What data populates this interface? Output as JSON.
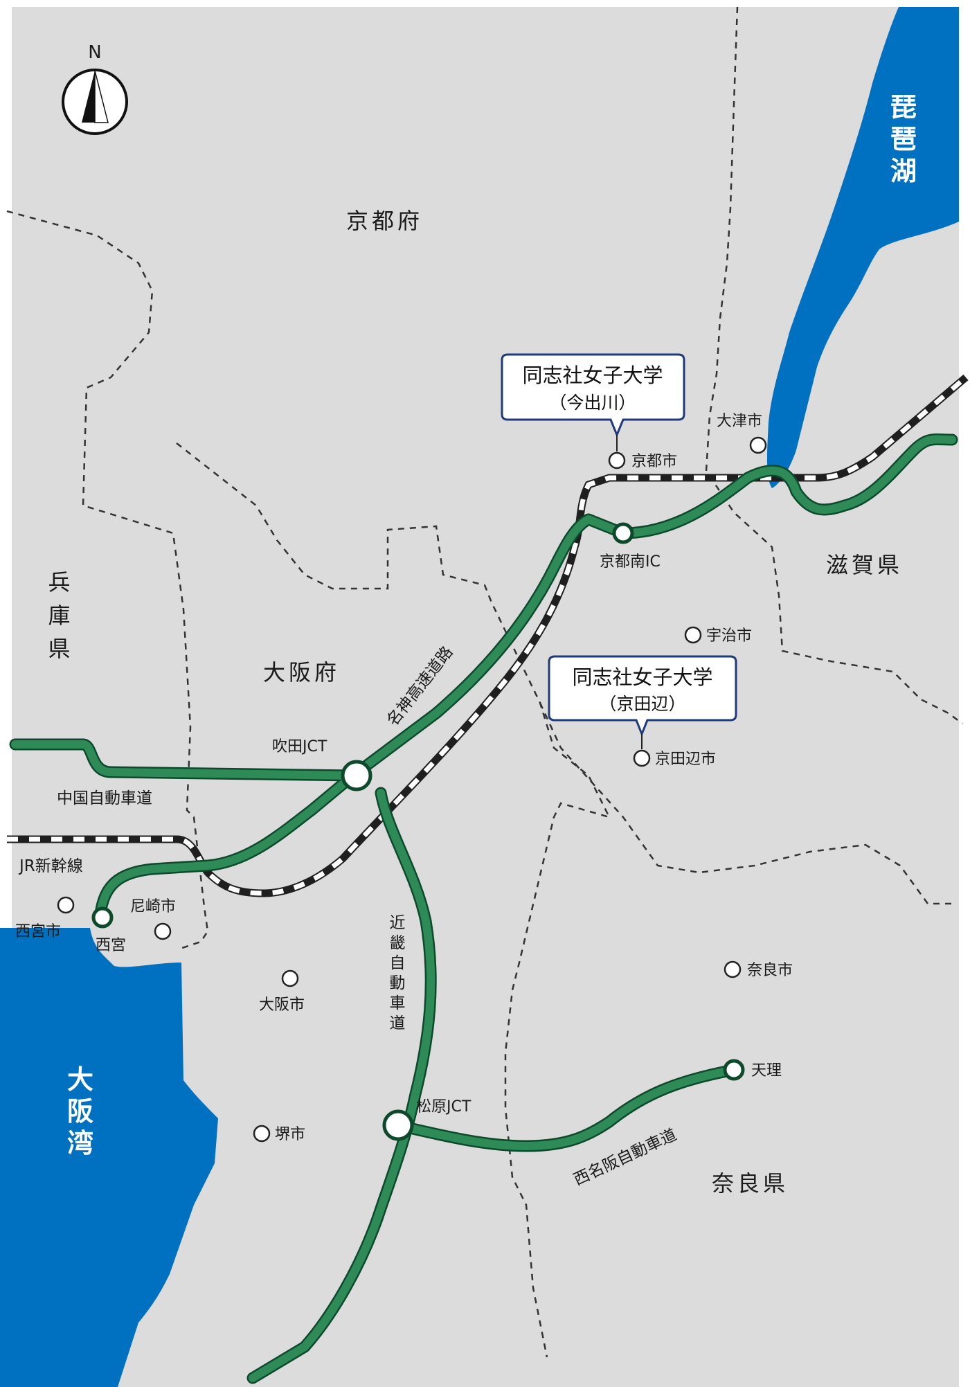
{
  "colors": {
    "land": "#dcdcdc",
    "water": "#0070c0",
    "expressway": "#2e8b57",
    "expressway_edge": "#0d4a2c",
    "rail": "#1f1f1f",
    "callout_border": "#1f3a7a",
    "boundary": "#333333"
  },
  "compass": {
    "label": "N"
  },
  "prefectures": {
    "kyoto": "京都府",
    "osaka": "大阪府",
    "shiga": "滋賀県",
    "nara": "奈良県",
    "hyogo": [
      "兵",
      "庫",
      "県"
    ]
  },
  "water": {
    "biwa": [
      "琵",
      "琶",
      "湖"
    ],
    "osaka_bay": [
      "大",
      "阪",
      "湾"
    ]
  },
  "universities": {
    "imadegawa": {
      "name": "同志社女子大学",
      "campus": "（今出川）"
    },
    "kyotanabe": {
      "name": "同志社女子大学",
      "campus": "（京田辺）"
    }
  },
  "cities": {
    "kyoto": "京都市",
    "otsu": "大津市",
    "uji": "宇治市",
    "kyotanabe": "京田辺市",
    "nishinomiya": "西宮市",
    "amagasaki": "尼崎市",
    "osaka": "大阪市",
    "sakai": "堺市",
    "nara": "奈良市"
  },
  "interchanges": {
    "kyoto_minami": "京都南IC",
    "suita": "吹田JCT",
    "matsubara": "松原JCT",
    "nishinomiya": "西宮",
    "tenri": "天理"
  },
  "roads": {
    "meishin": "名神高速道路",
    "chugoku": "中国自動車道",
    "shinkansen": "JR新幹線",
    "kinki": [
      "近",
      "畿",
      "自",
      "動",
      "車",
      "道"
    ],
    "nishi_meihan": "西名阪自動車道"
  }
}
